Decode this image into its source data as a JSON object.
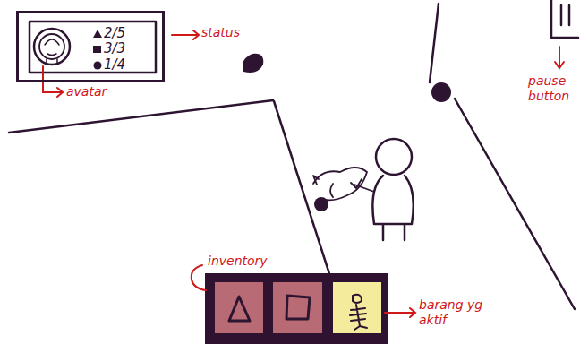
{
  "diagram": {
    "nodes": [
      {
        "text": [
          "2/5",
          "3/3",
          "1/4"
        ]
      }
    ],
    "labels": [
      "status",
      "avatar",
      "pause button",
      "inventory",
      "barang yg aktif"
    ]
  }
}
